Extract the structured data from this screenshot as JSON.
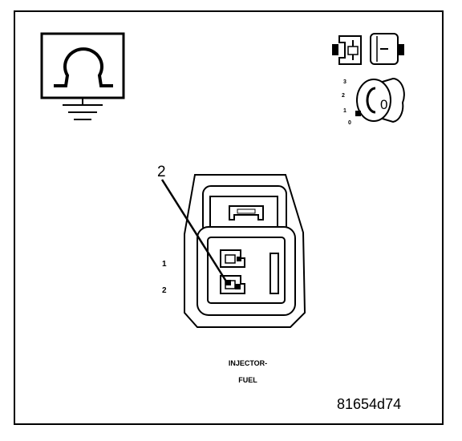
{
  "callout_number": "2",
  "pin_labels": [
    "1",
    "2"
  ],
  "caption_line1": "INJECTOR-",
  "caption_line2": "FUEL",
  "figure_id": "81654d74",
  "ignition_positions": [
    "3",
    "2",
    "1",
    "0"
  ],
  "ignition_key_label": "0",
  "icons": {
    "meter": "ohmmeter-icon",
    "connector": "disconnected-connector-icon",
    "ignition": "ignition-switch-off-icon"
  },
  "colors": {
    "ink": "#000000",
    "paper": "#ffffff"
  }
}
